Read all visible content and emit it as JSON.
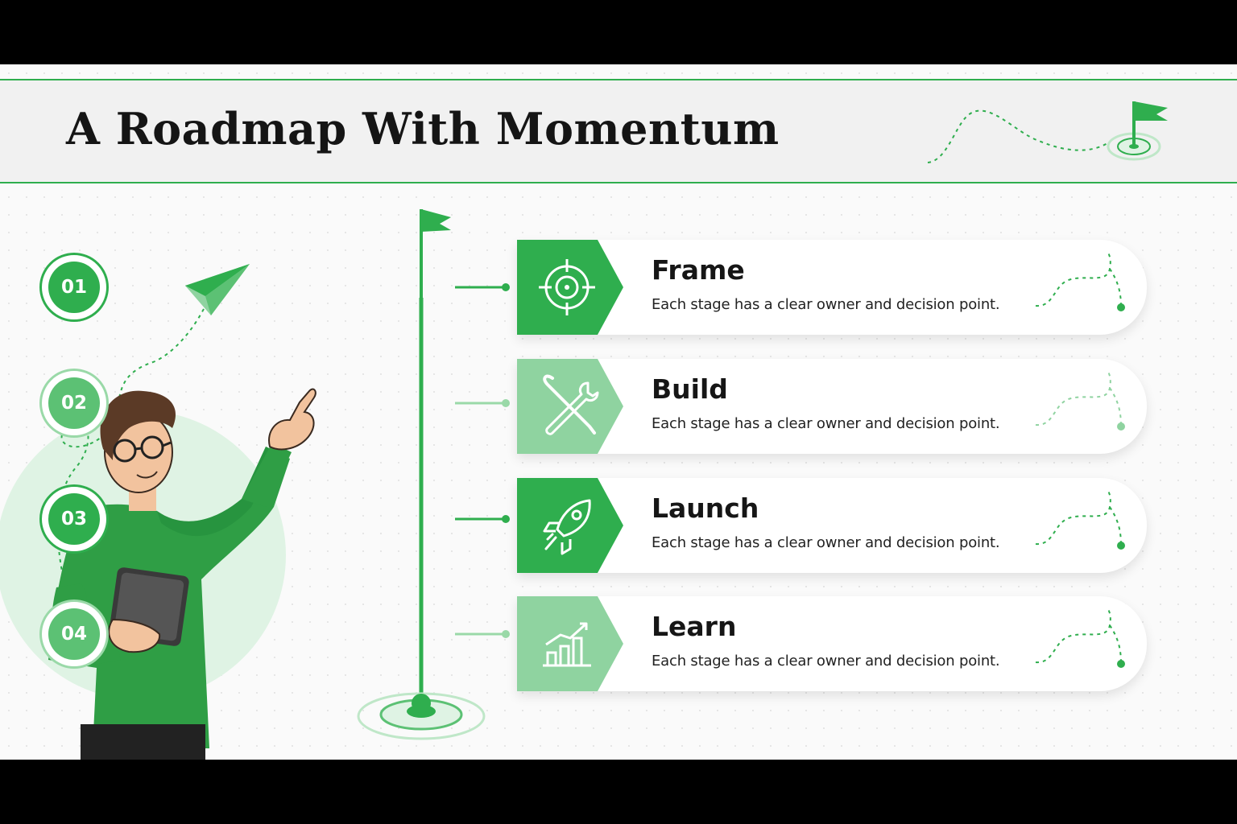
{
  "title": "A Roadmap With Momentum",
  "colors": {
    "accent": "#2fae4e",
    "accent_light": "#8fd3a0",
    "accent_pale": "#dff3e4",
    "text": "#151515"
  },
  "stages": [
    {
      "number": "01",
      "title": "Frame",
      "description": "Each stage has a clear owner and decision point.",
      "icon": "target-icon",
      "tone": "solid"
    },
    {
      "number": "02",
      "title": "Build",
      "description": "Each stage has a clear owner and decision point.",
      "icon": "tools-icon",
      "tone": "light"
    },
    {
      "number": "03",
      "title": "Launch",
      "description": "Each stage has a clear owner and decision point.",
      "icon": "rocket-icon",
      "tone": "solid"
    },
    {
      "number": "04",
      "title": "Learn",
      "description": "Each stage has a clear owner and decision point.",
      "icon": "bar-chart-icon",
      "tone": "light"
    }
  ]
}
